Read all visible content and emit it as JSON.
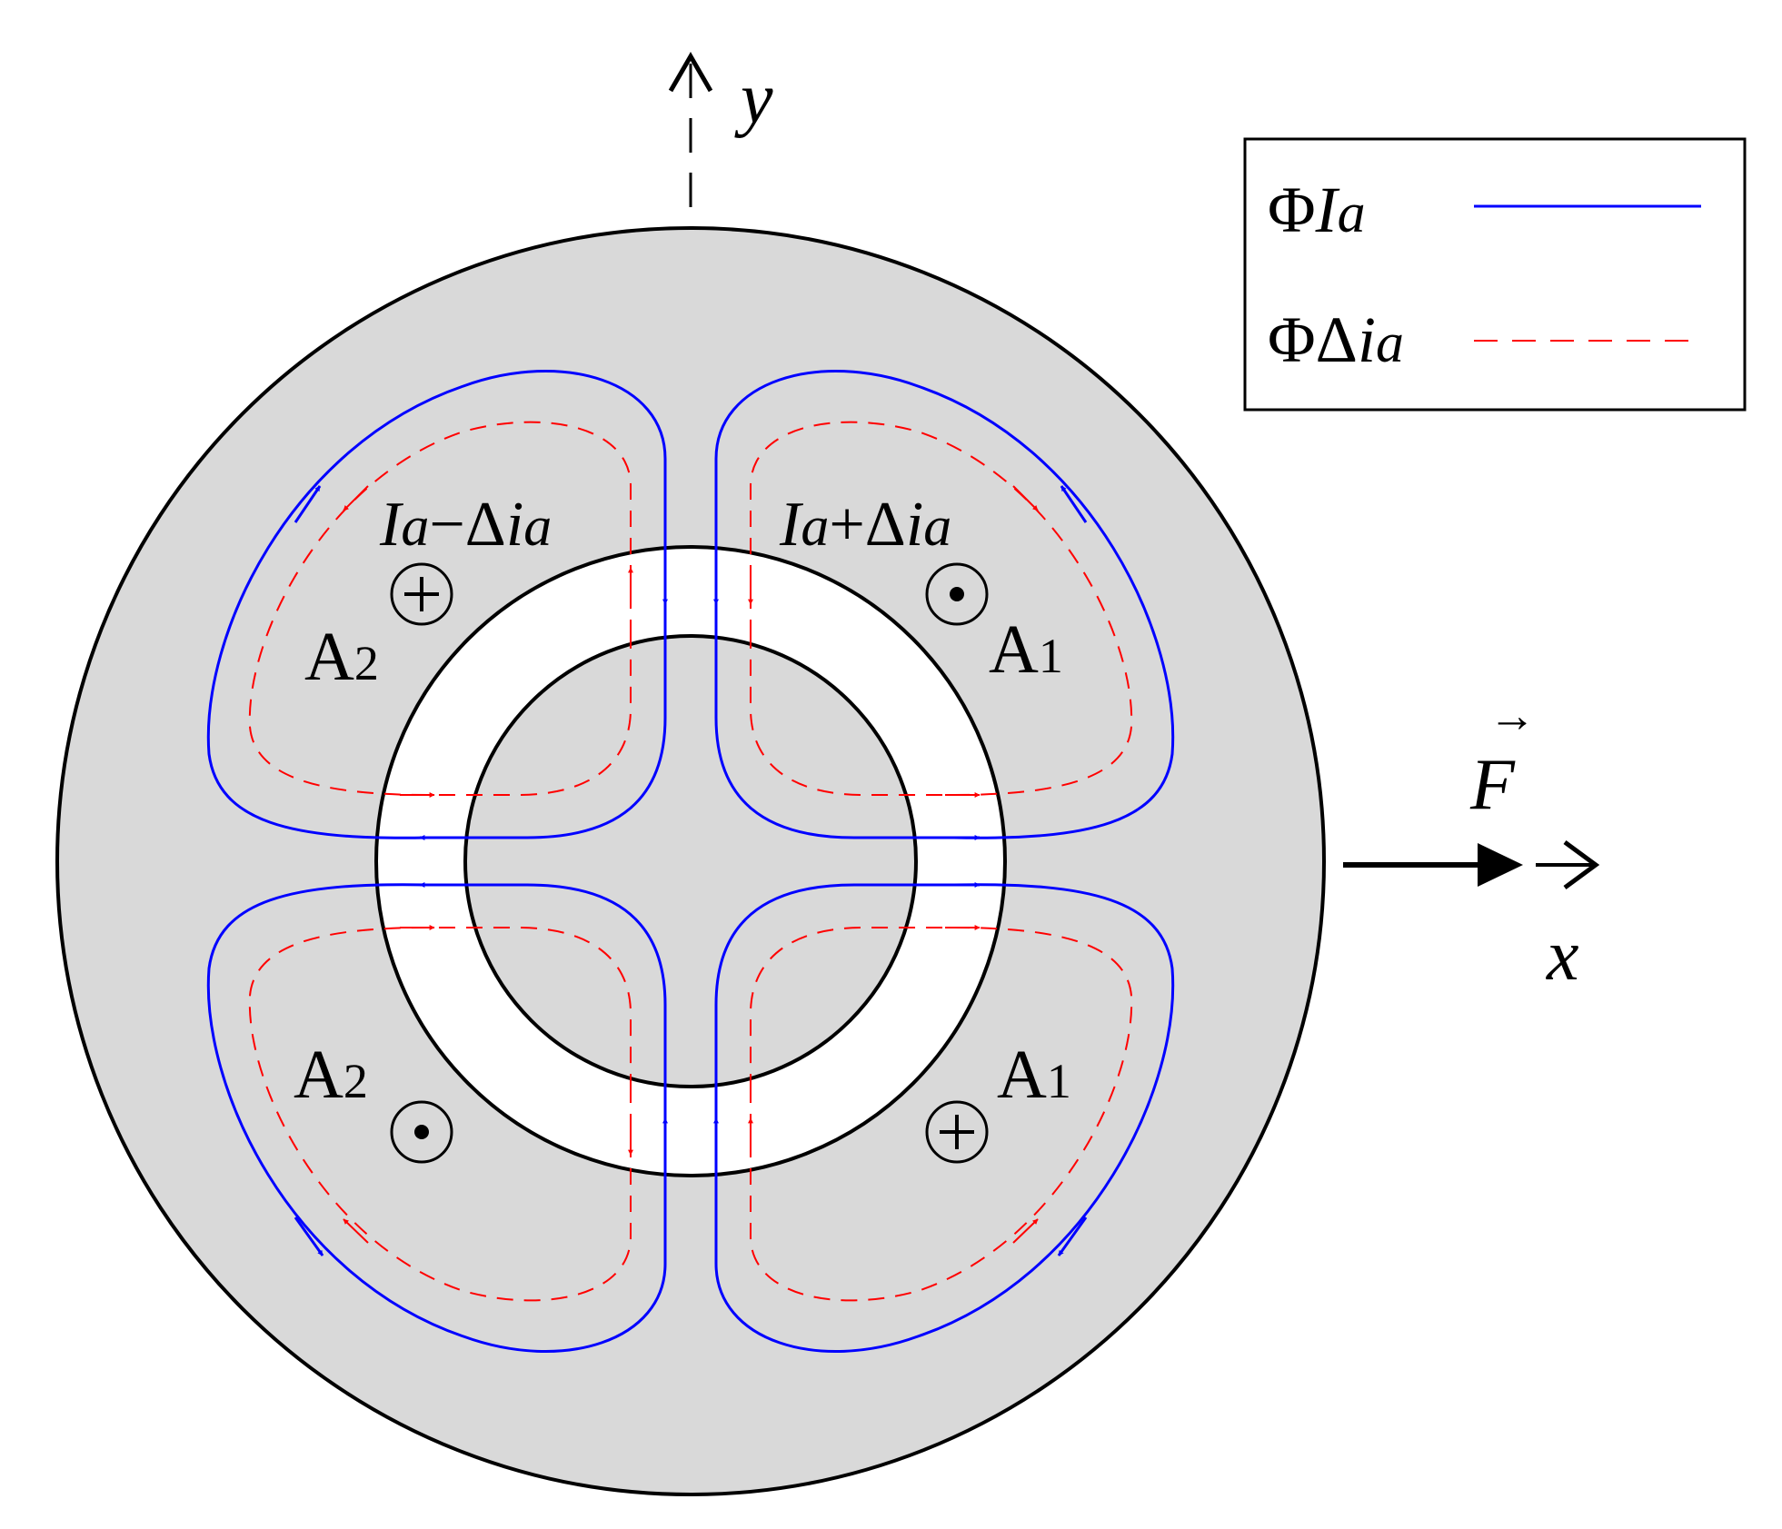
{
  "axes": {
    "y": "y",
    "x": "x",
    "force": "F",
    "force_arrow": "→"
  },
  "legend": {
    "items": [
      {
        "phi": "Φ",
        "sym": "I",
        "sub": "a",
        "color": "#0000ff",
        "style": "solid"
      },
      {
        "phi": "ΦΔ",
        "sym": "i",
        "sub": "a",
        "color": "#ff0000",
        "style": "dashed"
      }
    ]
  },
  "currents": {
    "left": {
      "I": "I",
      "a1": "a",
      "op": "−",
      "delta": "Δ",
      "i": "i",
      "a2": "a"
    },
    "right": {
      "I": "I",
      "a1": "a",
      "op": "+",
      "delta": "Δ",
      "i": "i",
      "a2": "a"
    }
  },
  "coils": {
    "top_left": {
      "name": "A",
      "sub": "2",
      "mark": "cross"
    },
    "top_right": {
      "name": "A",
      "sub": "1",
      "mark": "dot"
    },
    "bottom_left": {
      "name": "A",
      "sub": "2",
      "mark": "dot"
    },
    "bottom_right": {
      "name": "A",
      "sub": "1",
      "mark": "cross"
    }
  },
  "colors": {
    "stator_fill": "#d9d9d9",
    "flux_bias": "#0000ff",
    "flux_control": "#ff0000",
    "outline": "#000000"
  }
}
